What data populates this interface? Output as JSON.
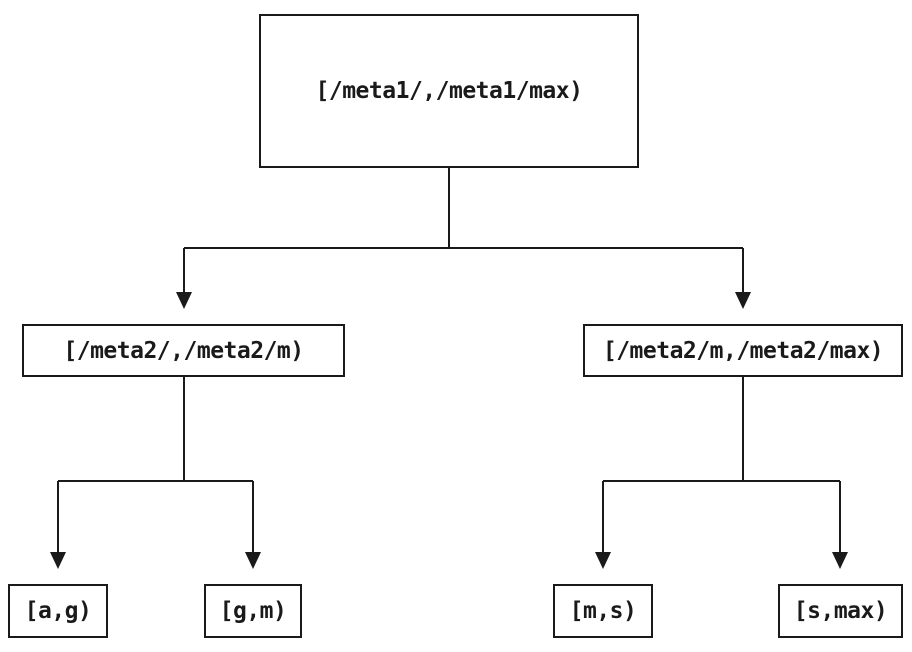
{
  "diagram": {
    "type": "tree",
    "background_color": "#ffffff",
    "line_color": "#1a1a1a",
    "nodes": {
      "root": {
        "label": "[/meta1/,/meta1/max)"
      },
      "mid_left": {
        "label": "[/meta2/,/meta2/m)"
      },
      "mid_right": {
        "label": "[/meta2/m,/meta2/max)"
      },
      "leaf_ag": {
        "label": "[a,g)"
      },
      "leaf_gm": {
        "label": "[g,m)"
      },
      "leaf_ms": {
        "label": "[m,s)"
      },
      "leaf_smax": {
        "label": "[s,max)"
      }
    },
    "edges": [
      {
        "from": "root",
        "to": "mid_left"
      },
      {
        "from": "root",
        "to": "mid_right"
      },
      {
        "from": "mid_left",
        "to": "leaf_ag"
      },
      {
        "from": "mid_left",
        "to": "leaf_gm"
      },
      {
        "from": "mid_right",
        "to": "leaf_ms"
      },
      {
        "from": "mid_right",
        "to": "leaf_smax"
      }
    ]
  }
}
